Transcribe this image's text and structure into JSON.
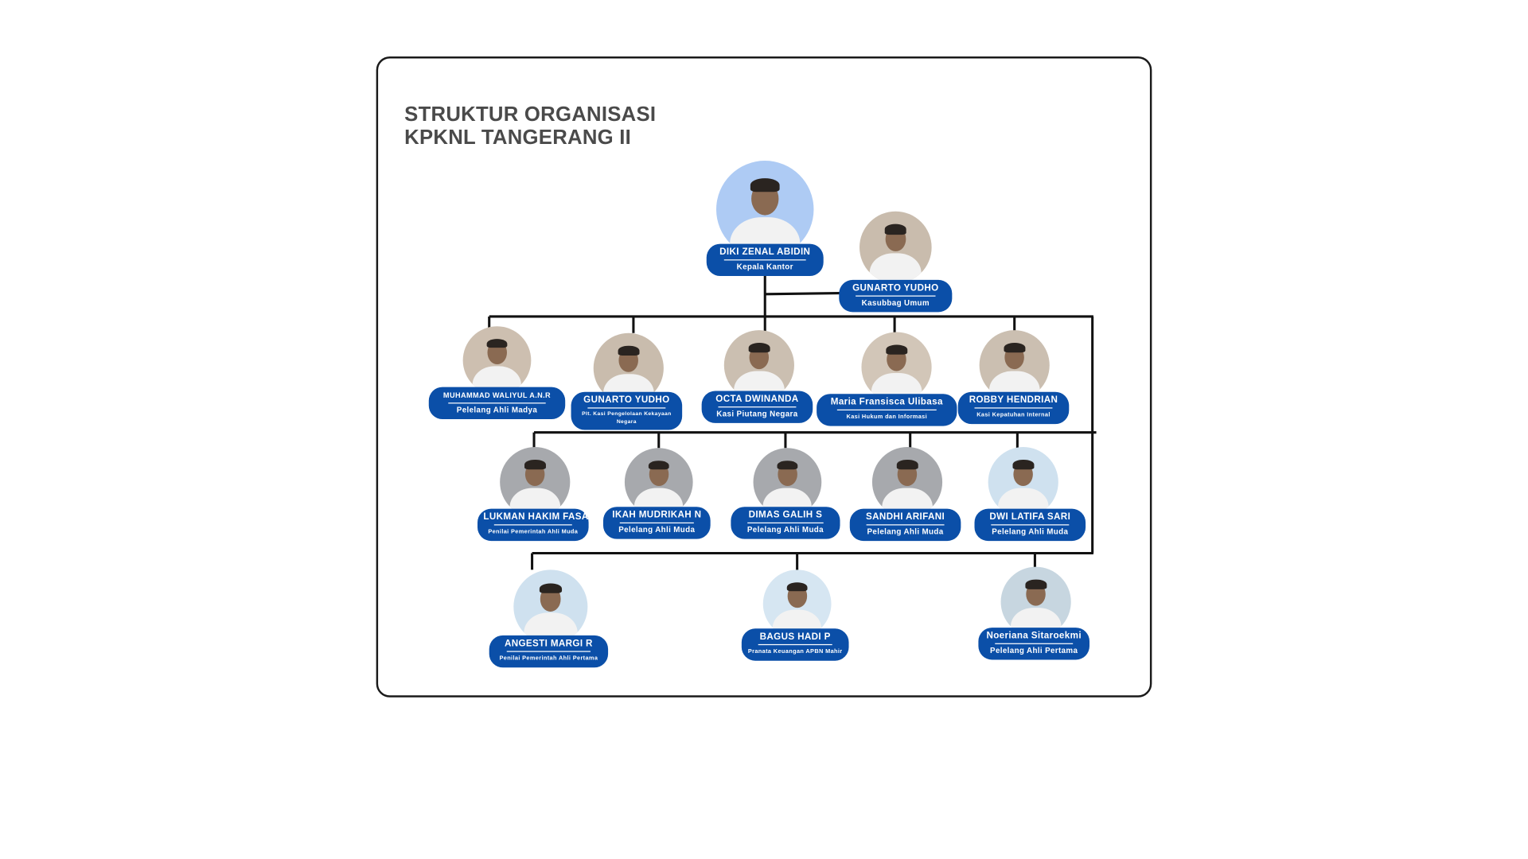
{
  "title": {
    "line1": "STRUKTUR ORGANISASI",
    "line2": "KPKNL TANGERANG II"
  },
  "people": [
    {
      "name": "DIKI ZENAL ABIDIN",
      "role": "Kepala Kantor",
      "photo_bg": "#aecbf4"
    },
    {
      "name": "GUNARTO YUDHO",
      "role": "Kasubbag Umum",
      "photo_bg": "#c9bcad"
    },
    {
      "name": "MUHAMMAD WALIYUL A.N.R",
      "role": "Pelelang Ahli Madya",
      "photo_bg": "#cdbfb0"
    },
    {
      "name": "GUNARTO YUDHO",
      "role": "Plt. Kasi Pengelolaan Kekayaan Negara",
      "photo_bg": "#c9bcad"
    },
    {
      "name": "OCTA DWINANDA",
      "role": "Kasi Piutang Negara",
      "photo_bg": "#cbbfb1"
    },
    {
      "name": "Maria Fransisca Ulibasa",
      "role": "Kasi Hukum dan Informasi",
      "photo_bg": "#d2c6b8"
    },
    {
      "name": "ROBBY HENDRIAN",
      "role": "Kasi Kepatuhan Internal",
      "photo_bg": "#cbbfb1"
    },
    {
      "name": "LUKMAN HAKIM FASA",
      "role": "Penilai Pemerintah Ahli Muda",
      "photo_bg": "#a7a9ad"
    },
    {
      "name": "IKAH MUDRIKAH N",
      "role": "Pelelang Ahli Muda",
      "photo_bg": "#a7a9ad"
    },
    {
      "name": "DIMAS GALIH S",
      "role": "Pelelang Ahli Muda",
      "photo_bg": "#a7a9ad"
    },
    {
      "name": "SANDHI ARIFANI",
      "role": "Pelelang Ahli Muda",
      "photo_bg": "#a7a9ad"
    },
    {
      "name": "DWI LATIFA SARI",
      "role": "Pelelang Ahli Muda",
      "photo_bg": "#cfe1ef"
    },
    {
      "name": "ANGESTI MARGI R",
      "role": "Penilai Pemerintah Ahli Pertama",
      "photo_bg": "#cfe1ef"
    },
    {
      "name": "BAGUS HADI P",
      "role": "Pranata Keuangan APBN Mahir",
      "photo_bg": "#d6e6f2"
    },
    {
      "name": "Noeriana Sitaroekmi",
      "role": "Pelelang Ahli Pertama",
      "photo_bg": "#c7d6e0"
    }
  ]
}
